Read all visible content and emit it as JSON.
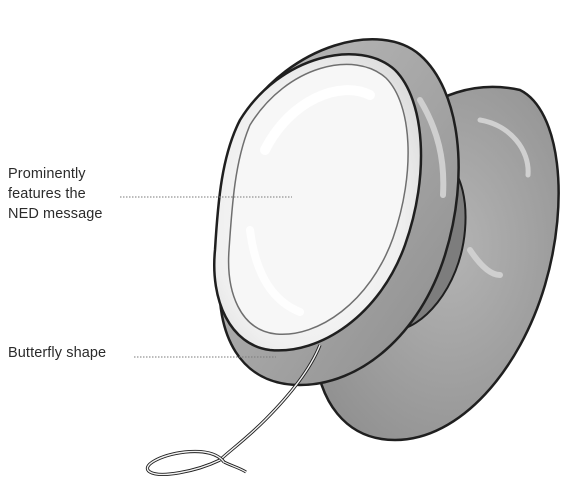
{
  "annotations": {
    "ned_message": {
      "lines": [
        "Prominently",
        "features the",
        "NED message"
      ]
    },
    "butterfly": {
      "text": "Butterfly shape"
    }
  },
  "colors": {
    "outline": "#1f1f1f",
    "body_gray": "#a3a3a3",
    "body_dark": "#8a8a8a",
    "face_light": "#ededed",
    "face_white": "#fbfbfb",
    "leader": "#7a7a7a"
  },
  "icons": [
    "yoyo-illustration",
    "string-loop"
  ]
}
